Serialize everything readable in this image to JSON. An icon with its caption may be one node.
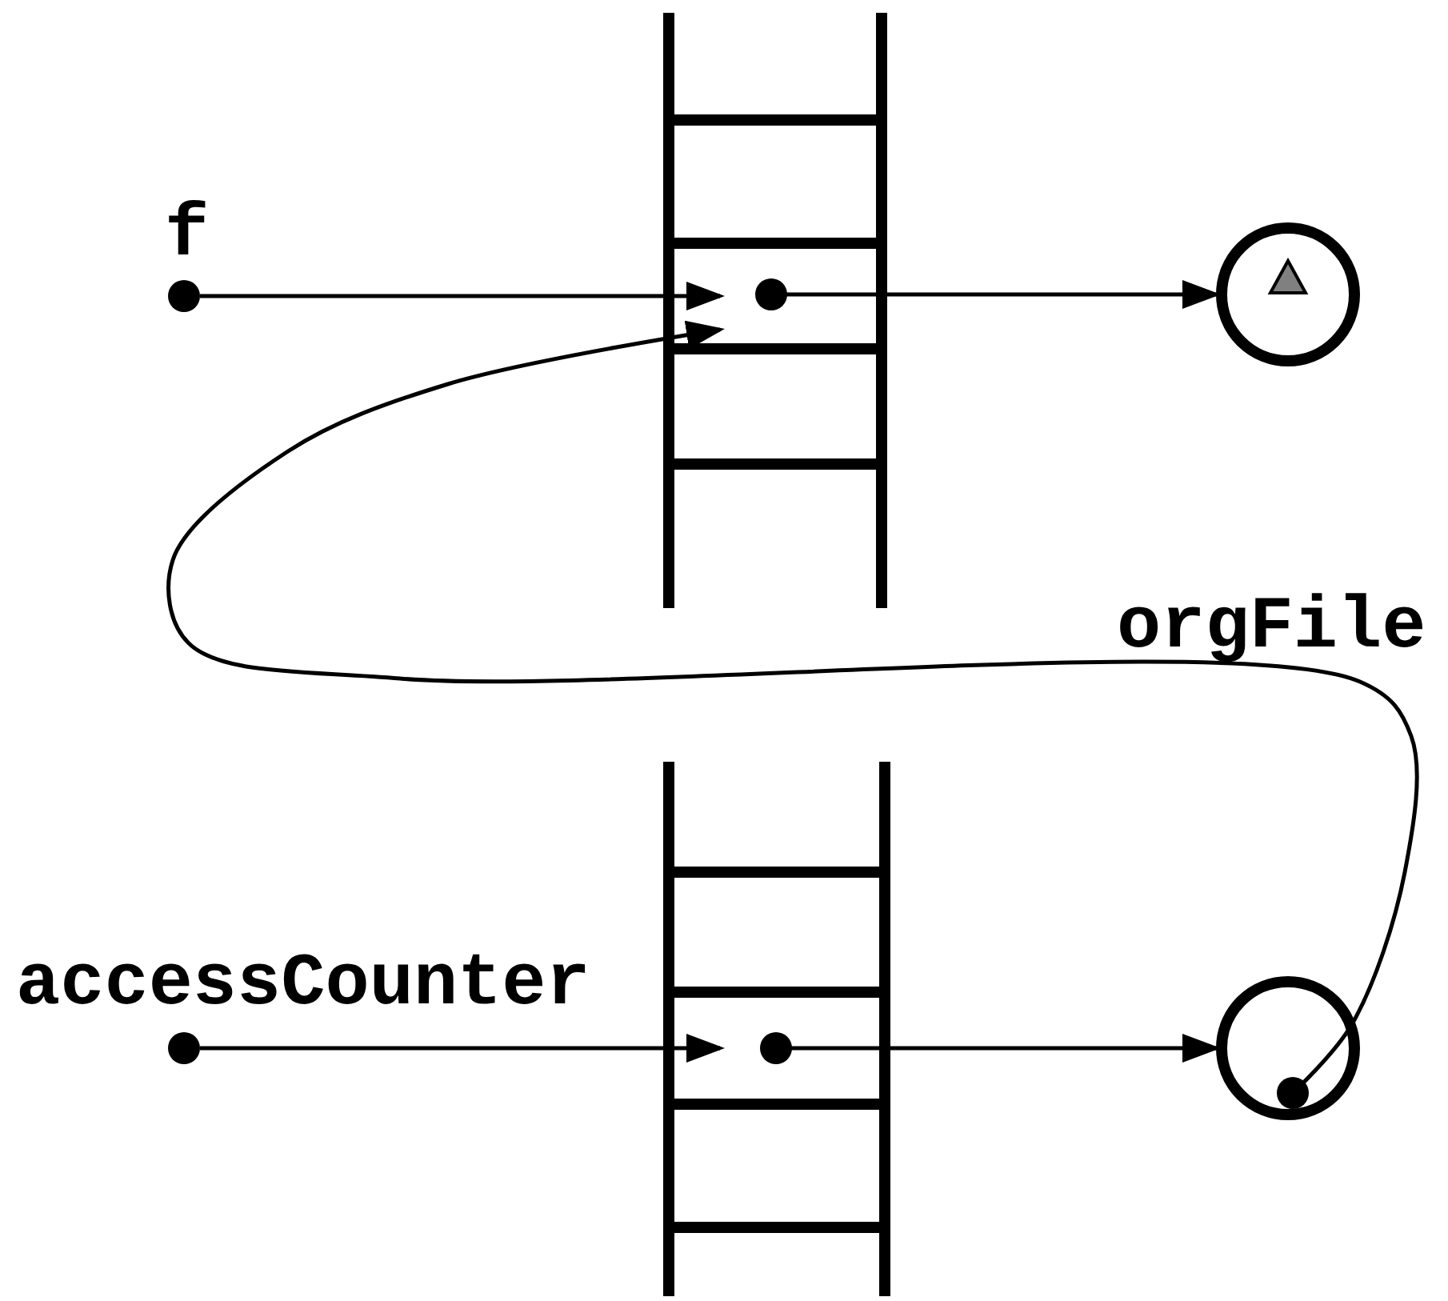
{
  "diagram": {
    "nodes": [
      {
        "text": [],
        "shape": "circle",
        "beside": [
          "f"
        ]
      },
      {
        "text": [],
        "shape": "circle"
      },
      {
        "text": [],
        "shape": "circle"
      },
      {
        "text": [],
        "shape": "circle",
        "beside": [
          "accessCounter"
        ]
      },
      {
        "text": [],
        "shape": "circle"
      },
      {
        "text": [],
        "shape": "circle"
      }
    ],
    "edges": [
      {
        "from": 0,
        "to": 1,
        "arrow": "to"
      },
      {
        "from": 1,
        "to": 2,
        "arrow": "to"
      },
      {
        "from": 3,
        "to": 4,
        "arrow": "to"
      },
      {
        "from": 4,
        "to": 5,
        "arrow": "to"
      },
      {
        "from": 5,
        "to": 1,
        "arrow": "to",
        "label": "orgFile"
      }
    ]
  }
}
